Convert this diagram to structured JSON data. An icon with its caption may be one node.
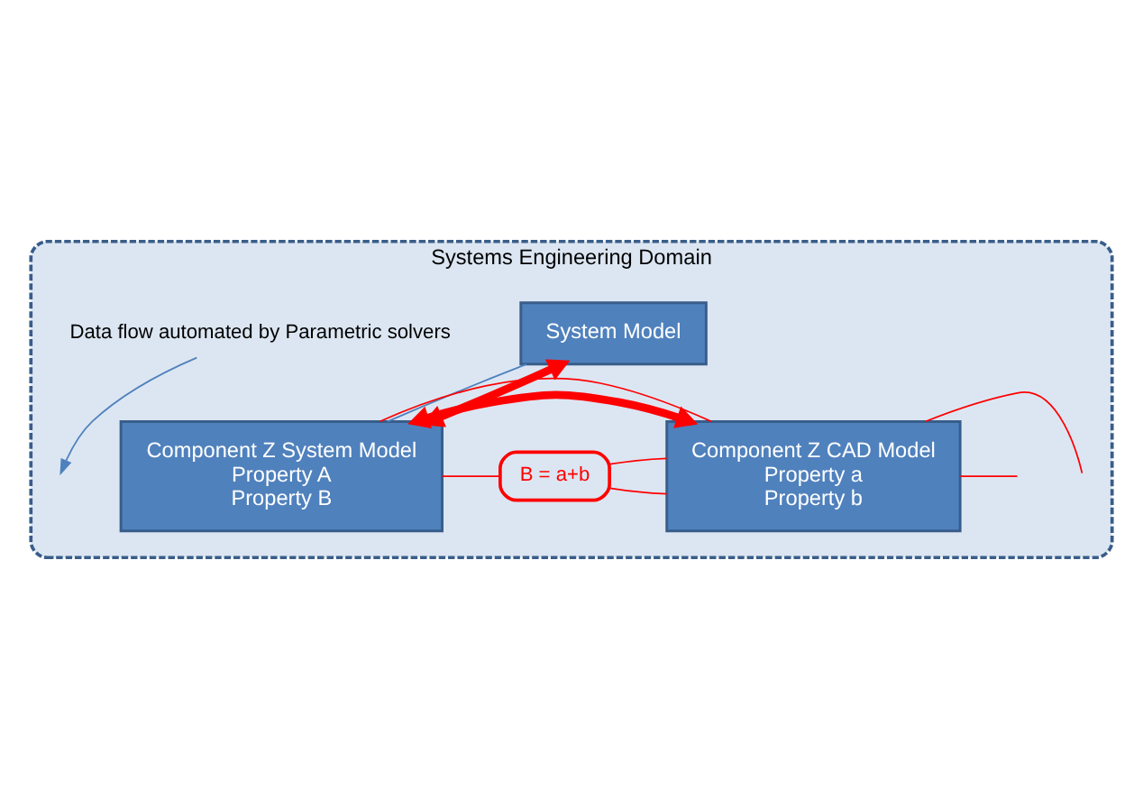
{
  "diagram": {
    "nodes": [
      {
        "text": [
          "Systems Engineering Domain"
        ]
      },
      {
        "text": [
          "System Model"
        ],
        "in": 0
      },
      {
        "text": [
          "Component Z System Model",
          "Property A",
          "Property B"
        ],
        "in": 0
      },
      {
        "text": [
          "Component Z CAD Model",
          "Property a",
          "Property b"
        ],
        "in": 0
      },
      {
        "text": [
          "B = a+b"
        ],
        "in": 0
      },
      {
        "text": [
          "Data flow automated by Parametric solvers"
        ],
        "in": 0
      }
    ],
    "edges": [
      {
        "from": 1,
        "to": 2,
        "arrow": "none",
        "color": "#4f81bd"
      },
      {
        "from": 1,
        "to": 2,
        "arrow": "both",
        "style": "thick"
      },
      {
        "from": 2,
        "to": 3,
        "arrow": "both",
        "style": "thick"
      },
      {
        "from": 2,
        "to": 3,
        "arrow": "none"
      },
      {
        "from": 2,
        "to": 4,
        "arrow": "none"
      },
      {
        "from": 4,
        "to": 3,
        "arrow": "none"
      },
      {
        "from": 4,
        "to": 3,
        "arrow": "none"
      },
      {
        "from": 3,
        "to": null,
        "arrow": "none"
      },
      {
        "from": 3,
        "to": null,
        "arrow": "none"
      },
      {
        "from": 5,
        "to": null,
        "arrow": "to",
        "color": "#4f81bd"
      }
    ]
  }
}
